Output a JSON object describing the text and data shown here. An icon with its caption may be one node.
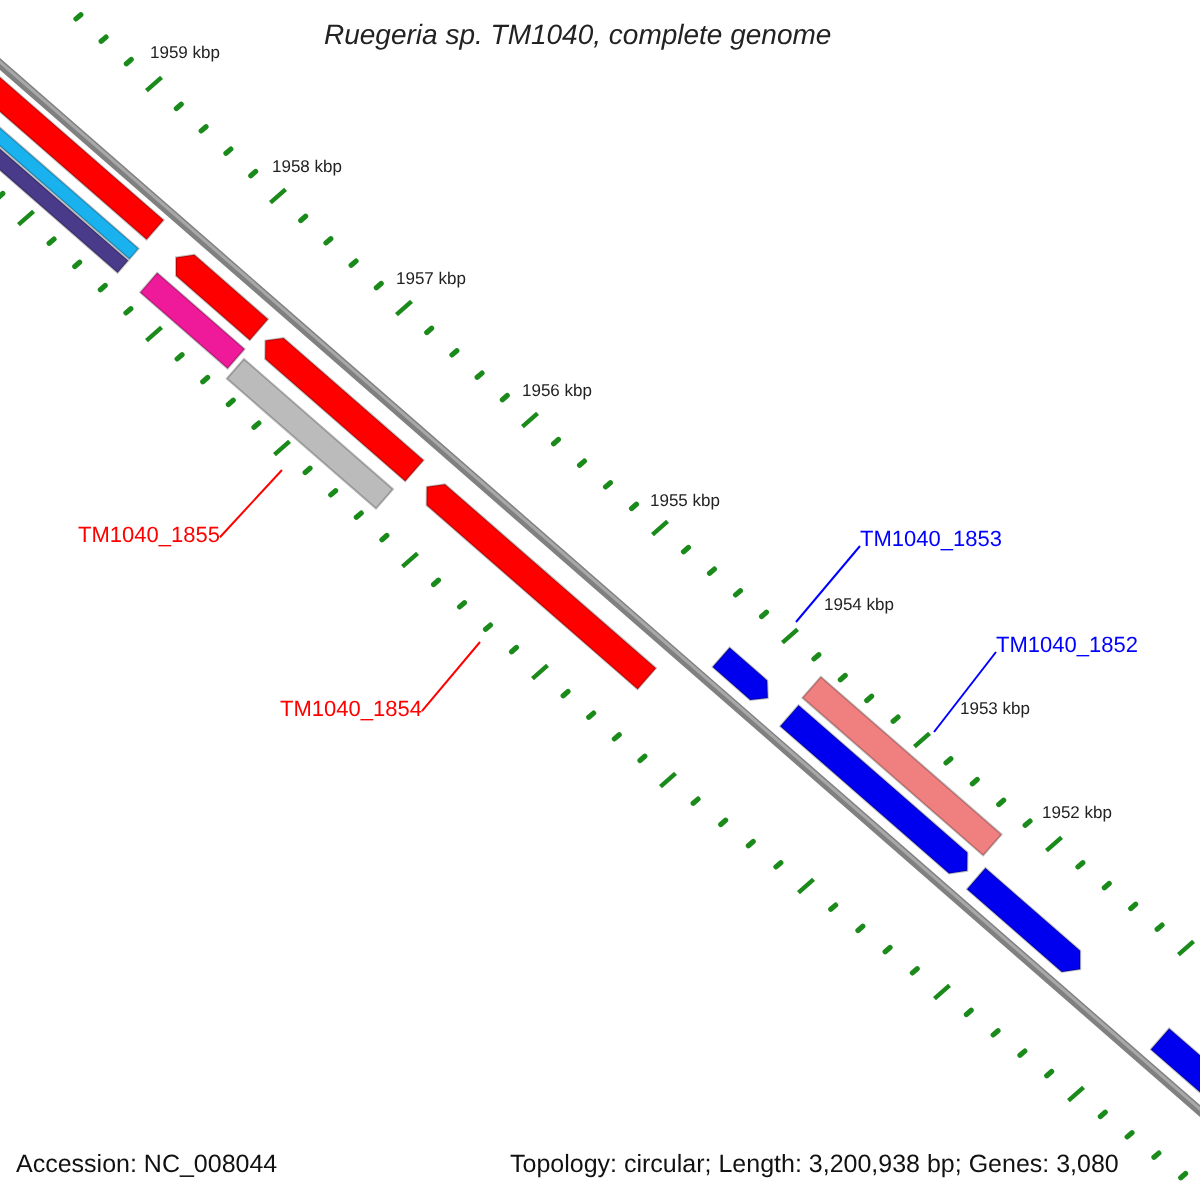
{
  "diagram": {
    "title": "Ruegeria sp. TM1040, complete genome",
    "nodes": [
      {
        "text": [
          "TM1040_1855"
        ]
      },
      {
        "text": [
          "TM1040_1854"
        ]
      },
      {
        "text": [
          "TM1040_1853"
        ]
      },
      {
        "text": [
          "TM1040_1852"
        ]
      }
    ],
    "edges": [
      {
        "from": 0,
        "to": null,
        "arrow": "none",
        "color": "#ff0000"
      },
      {
        "from": 1,
        "to": null,
        "arrow": "none",
        "color": "#ff0000"
      },
      {
        "from": 2,
        "to": null,
        "arrow": "none",
        "color": "#0000ff"
      },
      {
        "from": 3,
        "to": null,
        "arrow": "none",
        "color": "#0000ff"
      }
    ],
    "labels": [
      "1959 kbp",
      "1958 kbp",
      "1957 kbp",
      "1956 kbp",
      "1955 kbp",
      "1954 kbp",
      "1953 kbp",
      "1952 kbp",
      "Accession: NC_008044",
      "Topology: circular; Length: 3,200,938 bp; Genes: 3,080"
    ]
  }
}
